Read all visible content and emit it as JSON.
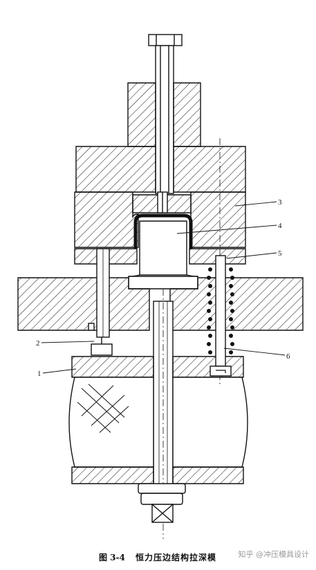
{
  "figure": {
    "caption_number": "图 3-4",
    "caption_title": "恒力压边结构拉深模",
    "watermark": "知乎 @冲压模具设计",
    "callouts": [
      "1",
      "2",
      "3",
      "4",
      "5",
      "6"
    ]
  },
  "colors": {
    "line": "#111111",
    "background": "#ffffff",
    "watermark": "#9a9a9a"
  }
}
